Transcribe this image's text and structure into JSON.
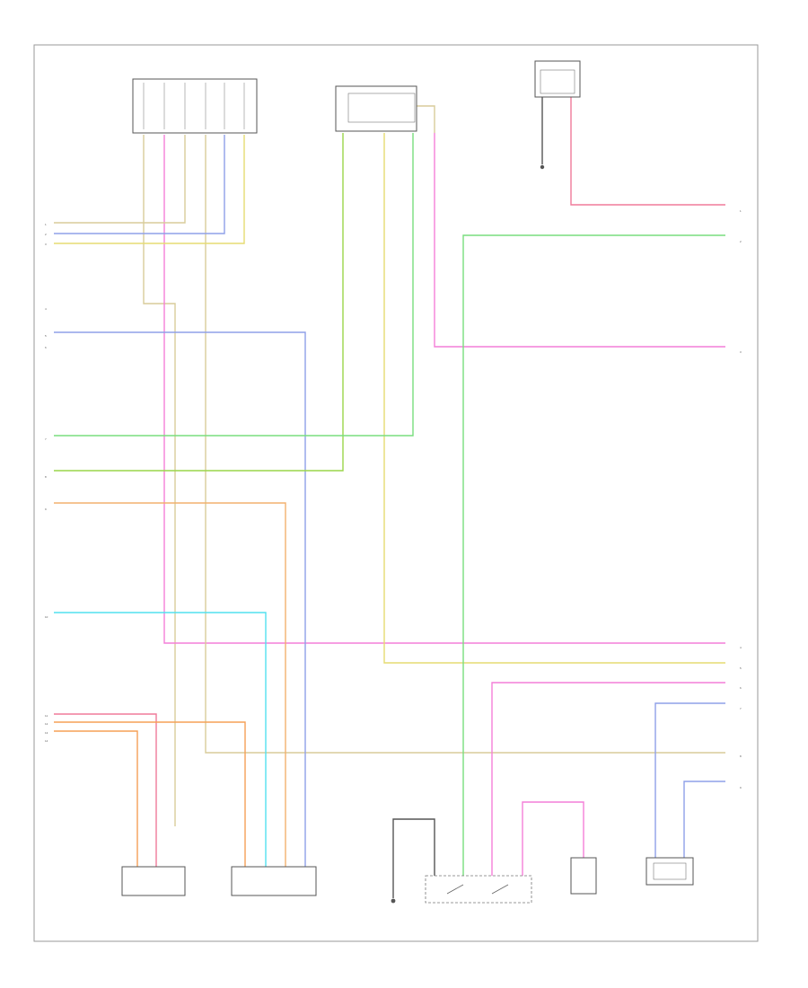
{
  "diagram": {
    "footer_code": "",
    "components": {
      "relay_module": {
        "title": ""
      },
      "switch_module": {
        "title": ""
      },
      "top_connector": {
        "title": ""
      },
      "ground_label": "",
      "tpms_left_rear": {
        "title": ""
      },
      "tpms_right_rear": {
        "title": ""
      },
      "ground_g2": {
        "title": ""
      },
      "body_module": {
        "title": ""
      },
      "speed_sensor": {
        "title": ""
      },
      "battery_sensor": {
        "title": "",
        "inner": ""
      }
    },
    "right_terminals": [
      "1",
      "2",
      "3",
      "4",
      "5",
      "6",
      "7",
      "8",
      "9"
    ],
    "left_terminals": [
      "1",
      "2",
      "3",
      "4",
      "5",
      "6",
      "7",
      "8",
      "9",
      "10",
      "11",
      "12",
      "13",
      "14"
    ]
  },
  "wire_colors": {
    "tan": "#d8cc9a",
    "pink": "#f47fd8",
    "yellow": "#e5dc72",
    "blue": "#8fa0e8",
    "green": "#79de7e",
    "lime": "#9ad64a",
    "orange": "#f2b06e",
    "cyan": "#52e0ef",
    "red": "#f07a9a",
    "orange2": "#f5a057",
    "ground": "#555555"
  }
}
